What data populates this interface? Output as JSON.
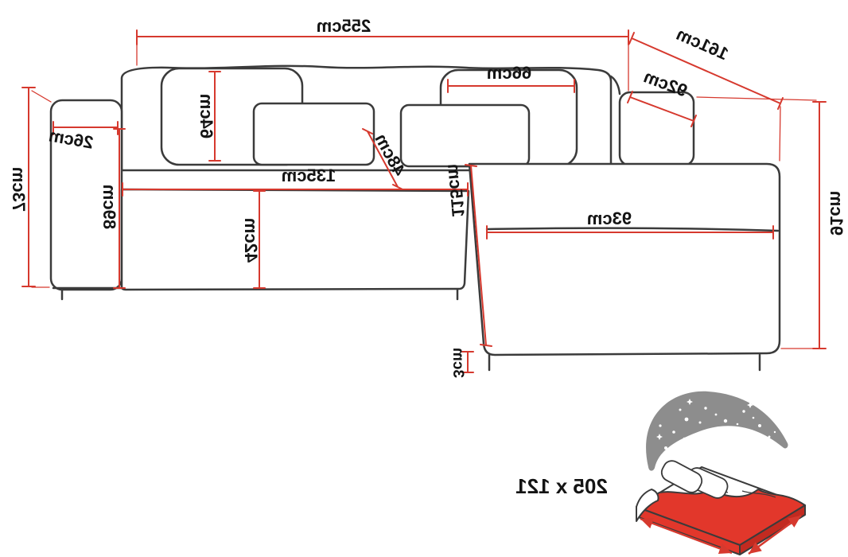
{
  "colors": {
    "dimension_line": "#d6392e",
    "outline": "#3b3b3b",
    "label_text": "#141414",
    "bed_gray": "#8d8d8d",
    "mattress_red": "#e2372b",
    "mattress_red_dark": "#c22a20"
  },
  "dims": {
    "overall_width": "255cm",
    "overall_diagonal": "161cm",
    "corner_back_width": "92cm",
    "back_cushion_width": "66cm",
    "back_cushion_height": "64cm",
    "armrest_width": "26cm",
    "back_height": "73cm",
    "armrest_height": "89cm",
    "seat_width": "135cm",
    "seat_depth": "48cm",
    "seat_height": "42cm",
    "chaise_length": "115cm",
    "chaise_width": "93cm",
    "total_height": "91cm",
    "leg_height": "3cm"
  },
  "sleeping": {
    "bed_size": "205 x 121"
  }
}
